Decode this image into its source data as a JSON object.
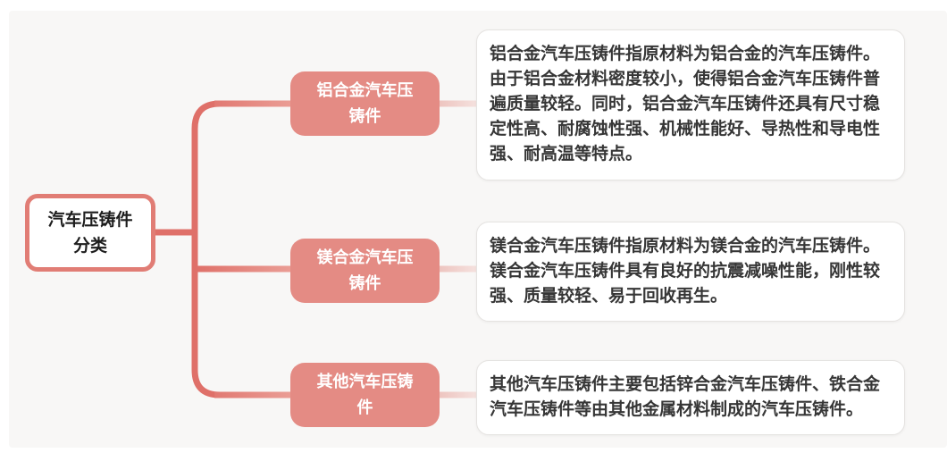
{
  "diagram": {
    "root": {
      "label": "汽车压铸件分类"
    },
    "branches": [
      {
        "label": "铝合金汽车压铸件",
        "description": "铝合金汽车压铸件指原材料为铝合金的汽车压铸件。由于铝合金材料密度较小，使得铝合金汽车压铸件普遍质量较轻。同时，铝合金汽车压铸件还具有尺寸稳定性高、耐腐蚀性强、机械性能好、导热性和导电性强、耐高温等特点。"
      },
      {
        "label": "镁合金汽车压铸件",
        "description": "镁合金汽车压铸件指原材料为镁合金的汽车压铸件。镁合金汽车压铸件具有良好的抗震减噪性能，刚性较强、质量较轻、易于回收再生。"
      },
      {
        "label": "其他汽车压铸件",
        "description": "其他汽车压铸件主要包括锌合金汽车压铸件、铁合金汽车压铸件等由其他金属材料制成的汽车压铸件。"
      }
    ],
    "colors": {
      "canvas_bg": "#f8f7f6",
      "root_border": "#e17d75",
      "node_fill": "#e48b84",
      "connector": "#df7069",
      "connector_faded": "#f0d2ce",
      "text_dark": "#363636",
      "card_border": "#e5e3e1"
    }
  }
}
